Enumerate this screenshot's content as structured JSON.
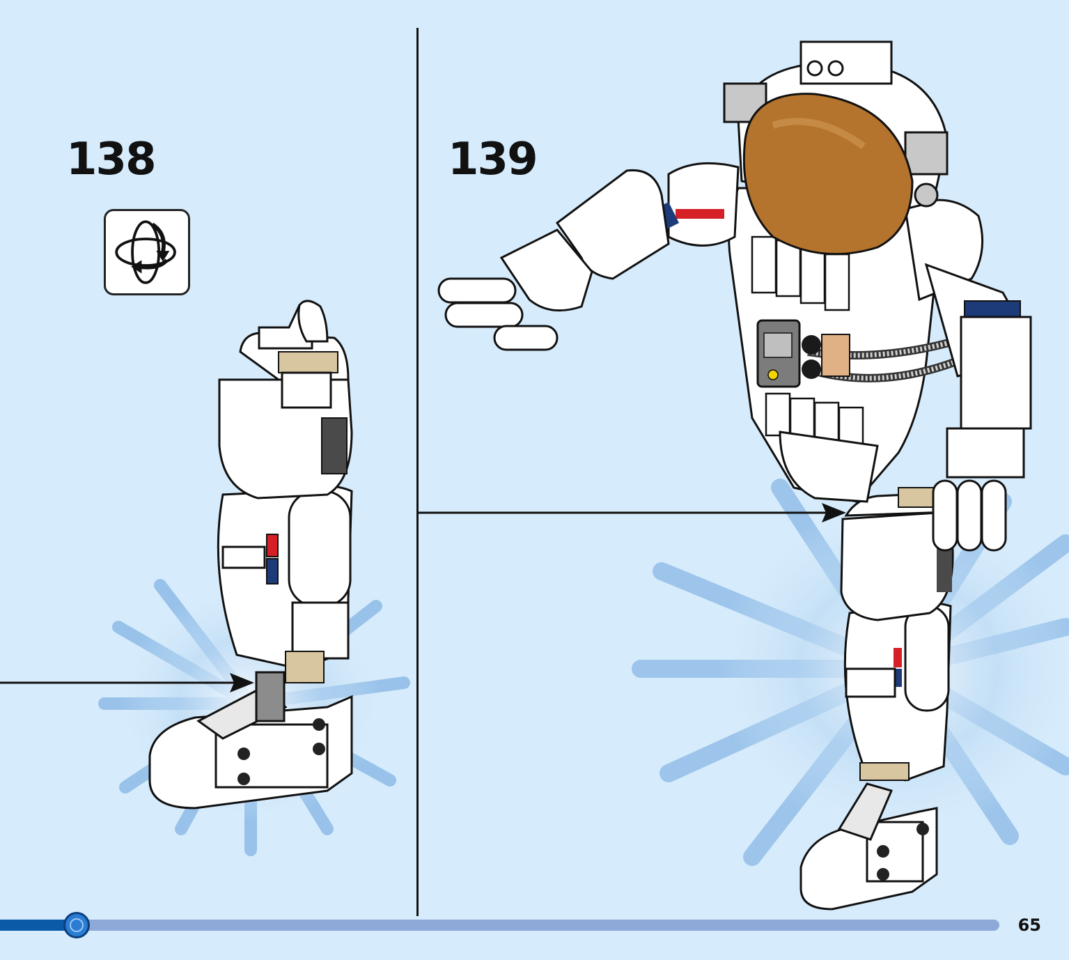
{
  "steps": [
    {
      "number": "138"
    },
    {
      "number": "139"
    }
  ],
  "rotate_icon": "rotate-model-icon",
  "progress": {
    "fraction": 0.077
  },
  "page_number": "65",
  "colors": {
    "background": "#d6ebfb",
    "progress_track": "#8ea8d8",
    "progress_fill": "#0a5aa8",
    "visor": "#b5742d",
    "accent_red": "#d52027",
    "accent_blue": "#1d3b78"
  }
}
